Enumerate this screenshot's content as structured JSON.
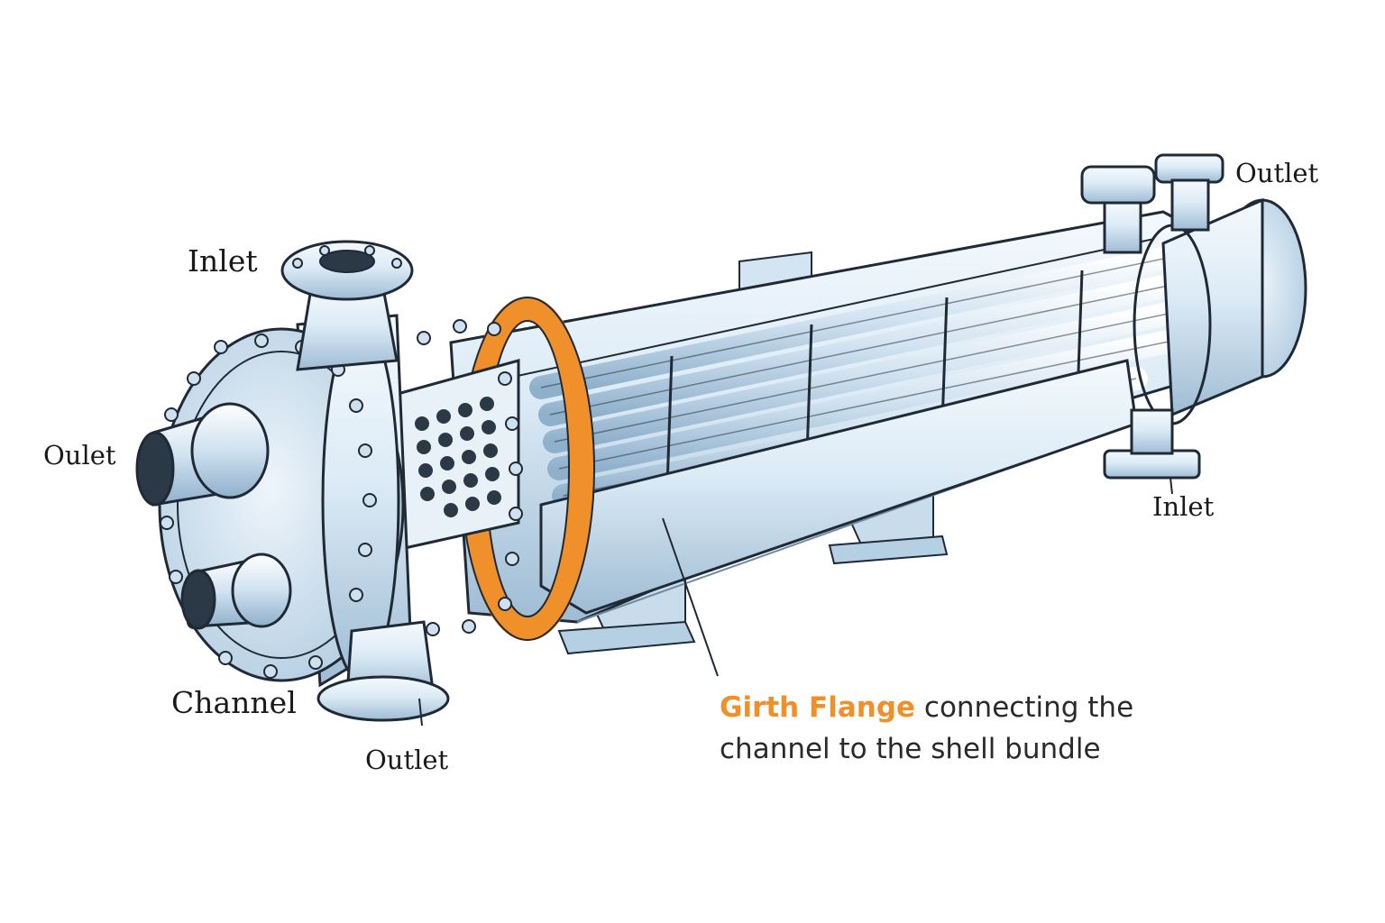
{
  "labels": {
    "inlet_top_left": "Inlet",
    "oulet_left": "Oulet",
    "channel": "Channel",
    "outlet_bottom": "Outlet",
    "outlet_top_right": "Outlet",
    "inlet_right": "Inlet"
  },
  "callout": {
    "highlight": "Girth Flange",
    "text": " connecting the channel to the shell bundle"
  },
  "colors": {
    "highlight": "#f0902a",
    "metal": "#dcebf6",
    "metal_shade": "#a9c6de",
    "outline": "#1f2a36",
    "interior": "#3b4a58"
  }
}
